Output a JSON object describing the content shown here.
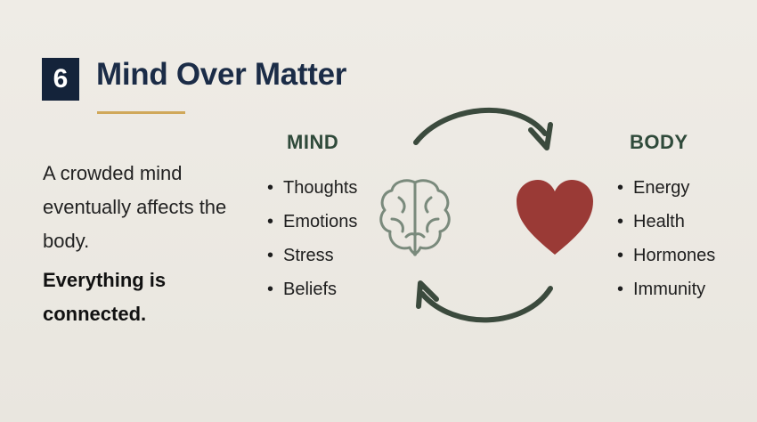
{
  "slide": {
    "number": "6",
    "title": "Mind Over Matter",
    "lead": "A crowded mind eventually affects the body.",
    "emphasis": "Everything is connected."
  },
  "mind": {
    "heading": "MIND",
    "items": [
      "Thoughts",
      "Emotions",
      "Stress",
      "Beliefs"
    ]
  },
  "body": {
    "heading": "BODY",
    "items": [
      "Energy",
      "Health",
      "Hormones",
      "Immunity"
    ]
  },
  "icons": {
    "brain": "brain-icon",
    "heart": "heart-icon",
    "arrow_top": "curved-arrow-right-icon",
    "arrow_bottom": "curved-arrow-left-icon"
  },
  "colors": {
    "badge": "#14233a",
    "title": "#1b2c47",
    "accent_rule": "#d0a85a",
    "heading_green": "#2f4a3a",
    "arrow": "#3b4a3d",
    "brain_stroke": "#7a8a7c",
    "heart": "#9a3a36"
  }
}
